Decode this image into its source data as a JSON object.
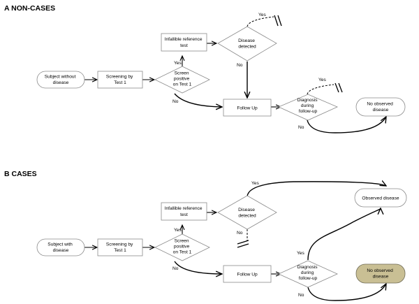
{
  "panels": [
    {
      "title": "A  NON-CASES",
      "nodes": {
        "start": [
          "Subject without",
          "disease"
        ],
        "screen": [
          "Screening by",
          "Test 1"
        ],
        "positive": [
          "Screen",
          "positive",
          "on Test 1"
        ],
        "reference": [
          "Infallible reference",
          "test"
        ],
        "detected": [
          "Disease",
          "detected"
        ],
        "followup": [
          "Follow Up"
        ],
        "diagnosis": [
          "Diagnosis",
          "during",
          "follow-up"
        ],
        "outcome": [
          "No observed",
          "disease"
        ]
      },
      "edges": {
        "positive_yes": "Yes",
        "positive_no": "No",
        "detected_yes": "Yes",
        "detected_no": "No",
        "diagnosis_yes": "Yes",
        "diagnosis_no": "No"
      }
    },
    {
      "title": "B  CASES",
      "nodes": {
        "start": [
          "Subject with",
          "disease"
        ],
        "screen": [
          "Screening by",
          "Test 1"
        ],
        "positive": [
          "Screen",
          "positive",
          "on Test 1"
        ],
        "reference": [
          "Infallible reference",
          "test"
        ],
        "detected": [
          "Disease",
          "detected"
        ],
        "followup": [
          "Follow Up"
        ],
        "diagnosis": [
          "Diagnosis",
          "during",
          "follow-up"
        ],
        "outcome_observed": [
          "Observed disease"
        ],
        "outcome_unobserved": [
          "No observed",
          "disease"
        ]
      },
      "edges": {
        "positive_yes": "Yes",
        "positive_no": "No",
        "detected_yes": "Yes",
        "detected_no": "No",
        "diagnosis_yes": "Yes",
        "diagnosis_no": "No"
      }
    }
  ],
  "colors": {
    "shaded_outcome_fill": "#c9bf94",
    "shape_stroke": "#8a8a8a",
    "edge": "#000000"
  }
}
